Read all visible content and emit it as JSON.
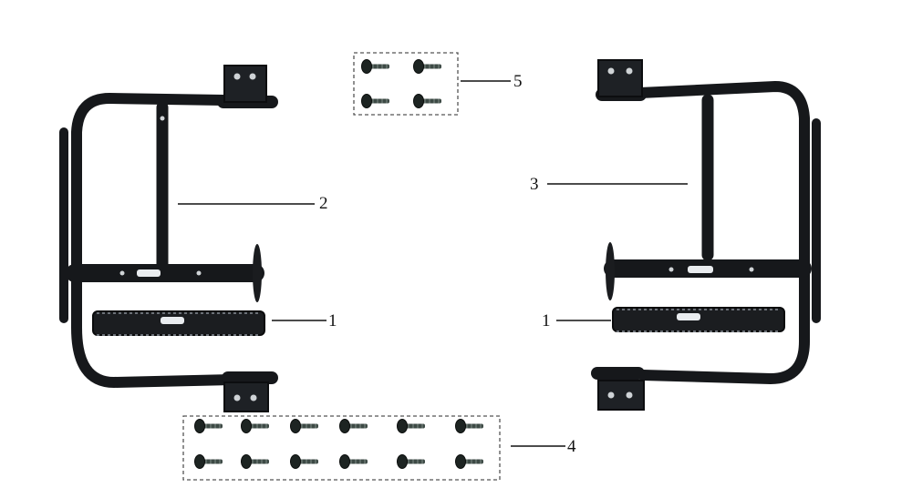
{
  "callouts": [
    {
      "id": "left-footrest",
      "label": "1"
    },
    {
      "id": "left-frame",
      "label": "2"
    },
    {
      "id": "right-frame",
      "label": "3"
    },
    {
      "id": "bolt-kit-large",
      "label": "4"
    },
    {
      "id": "bolt-kit-small",
      "label": "5"
    },
    {
      "id": "right-footrest",
      "label": "1"
    }
  ],
  "colors": {
    "metal": "#16181b",
    "metal_highlight": "#3a3e44",
    "line": "#111111",
    "box": "#555555"
  },
  "icons": [
    "bolt-icon"
  ]
}
